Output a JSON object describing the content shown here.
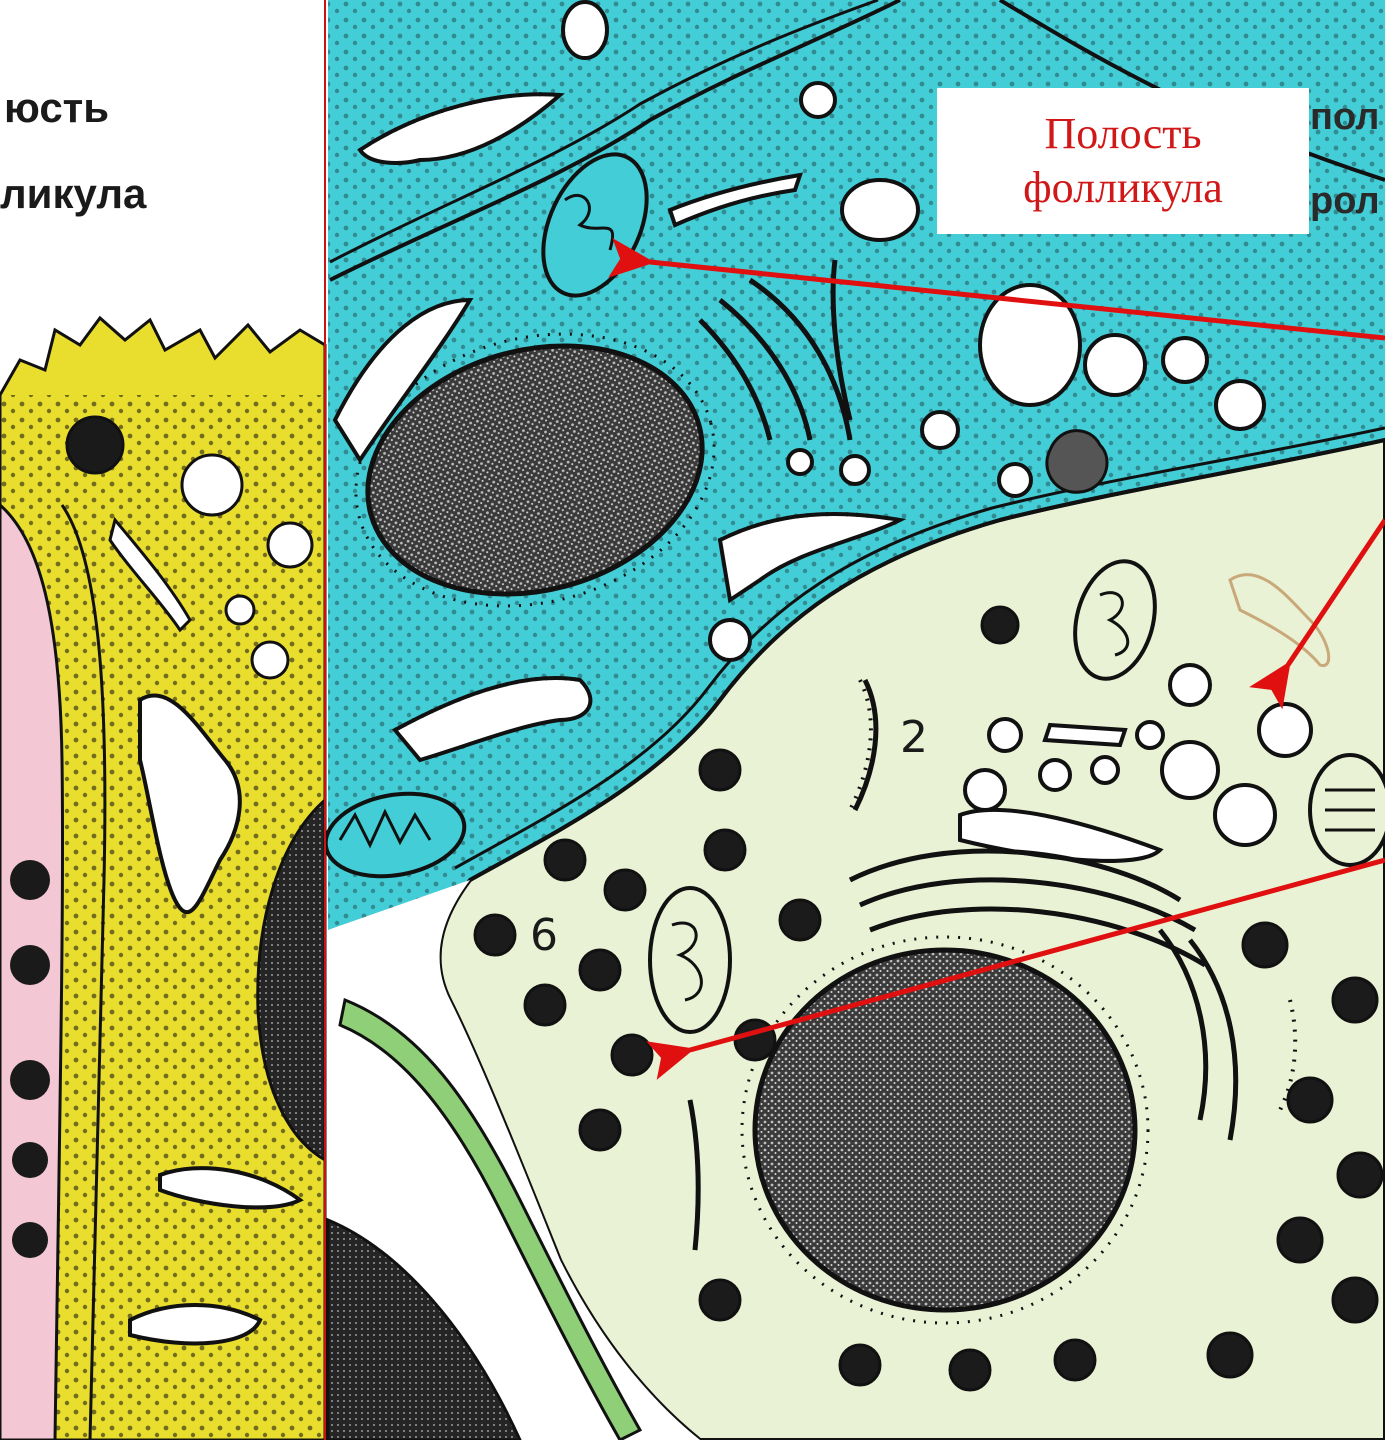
{
  "caption": {
    "line1": "Полость",
    "line2": "фолликула"
  },
  "background_text": {
    "left_line1": "юсть",
    "left_line2": "ликула",
    "right_line1": "пол",
    "right_line2": "рол"
  },
  "figure_numbers": {
    "n2": "2",
    "n6": "6"
  },
  "colors": {
    "annotation_red": "#e01010",
    "left_panel_yellow": "#e9dd2e",
    "cell_cyan": "#43cdd6",
    "cell_pale_green": "#e9f2d4",
    "organelle_outline": "#111111",
    "connective_green": "#8fcf78",
    "pink_tissue": "#f3c8d4"
  },
  "icons": {
    "arrows": "red-annotation-arrows",
    "separator": "red-vertical-divider"
  }
}
